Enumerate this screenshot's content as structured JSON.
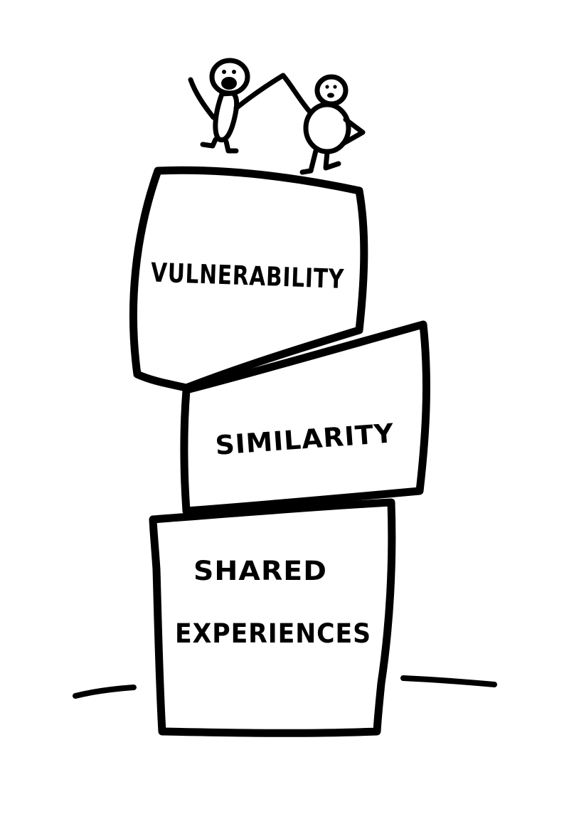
{
  "blocks": [
    {
      "id": "vulnerability",
      "lines": [
        "VULNERABILITY"
      ]
    },
    {
      "id": "similarity",
      "lines": [
        "SIMILARITY"
      ]
    },
    {
      "id": "shared-experiences",
      "lines": [
        "SHARED",
        "EXPERIENCES"
      ]
    }
  ],
  "figures": [
    "stick-figure-left",
    "stick-figure-right"
  ],
  "colors": {
    "ink": "#000000",
    "paper": "#ffffff"
  }
}
